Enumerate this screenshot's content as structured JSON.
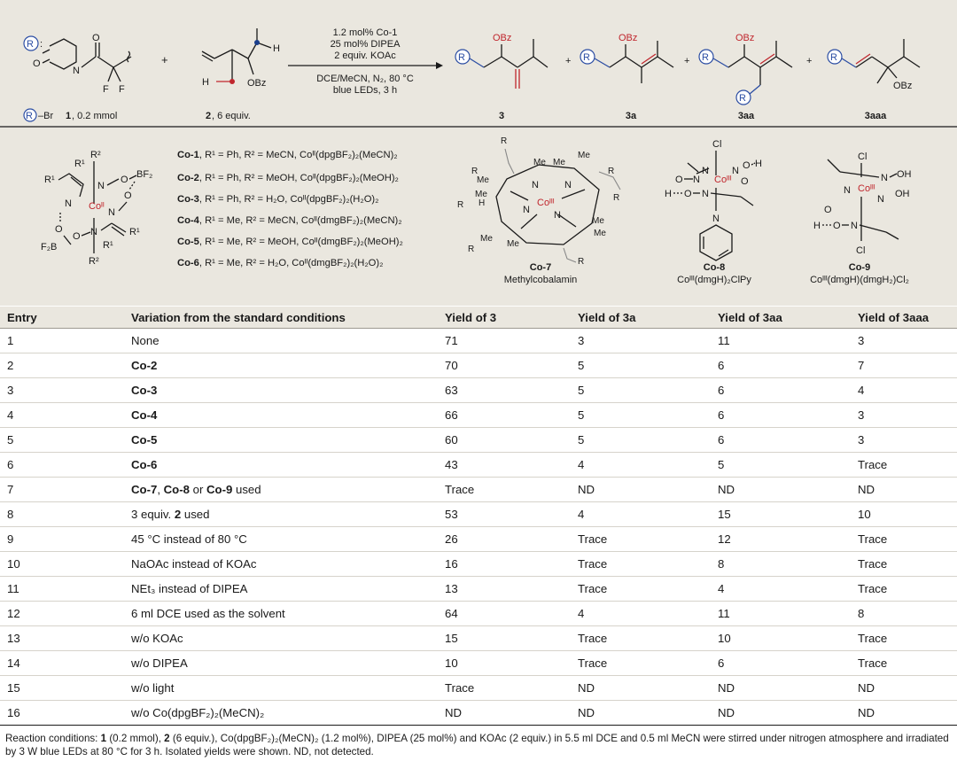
{
  "scheme": {
    "conditions": {
      "line1": "1.2 mol% Co-1",
      "line2": "25 mol% DIPEA",
      "line3": "2 equiv. KOAc",
      "line4": "DCE/MeCN, N₂, 80 °C",
      "line5": "blue LEDs, 3 h"
    },
    "reactant_1": {
      "label_prefix": "R",
      "label_text": "–Br",
      "label_number": "1",
      "label_amount": ", 0.2 mmol",
      "atoms": [
        "R",
        "O",
        "N",
        "O",
        "F",
        "F"
      ]
    },
    "reactant_2": {
      "label_number": "2",
      "label_amount": ", 6 equiv.",
      "atoms": [
        "H",
        "H",
        "OBz"
      ]
    },
    "products": [
      {
        "label": "3",
        "atoms": [
          "R",
          "OBz"
        ]
      },
      {
        "label": "3a",
        "atoms": [
          "R",
          "OBz"
        ]
      },
      {
        "label": "3aa",
        "atoms": [
          "R",
          "OBz",
          "R"
        ]
      },
      {
        "label": "3aaa",
        "atoms": [
          "R",
          "OBz"
        ]
      }
    ],
    "plus": "+",
    "catalysts": {
      "co1": {
        "name": "Co-1",
        "desc": ", R¹ = Ph, R² = MeCN, Coᴵᴵ(dpgBF₂)₂(MeCN)₂"
      },
      "co2": {
        "name": "Co-2",
        "desc": ", R¹ = Ph, R² = MeOH, Coᴵᴵ(dpgBF₂)₂(MeOH)₂"
      },
      "co3": {
        "name": "Co-3",
        "desc": ", R¹ = Ph, R² = H₂O, Coᴵᴵ(dpgBF₂)₂(H₂O)₂"
      },
      "co4": {
        "name": "Co-4",
        "desc": ", R¹ = Me, R² = MeCN, Coᴵᴵ(dmgBF₂)₂(MeCN)₂"
      },
      "co5": {
        "name": "Co-5",
        "desc": ", R¹ = Me, R² = MeOH, Coᴵᴵ(dmgBF₂)₂(MeOH)₂"
      },
      "co6": {
        "name": "Co-6",
        "desc": ", R¹ = Me, R² = H₂O, Coᴵᴵ(dmgBF₂)₂(H₂O)₂"
      },
      "co7": {
        "name": "Co-7",
        "desc": "Methylcobalamin"
      },
      "co8": {
        "name": "Co-8",
        "desc": "Coᴵᴵᴵ(dmgH)₂ClPy"
      },
      "co9": {
        "name": "Co-9",
        "desc": "Coᴵᴵᴵ(dmgH)(dmgH₂)Cl₂"
      }
    },
    "generic_atoms": {
      "R1": "R¹",
      "R2": "R²",
      "N": "N",
      "O": "O",
      "BF2": "BF₂",
      "F2B": "F₂B",
      "CoII": "Coᴵᴵ",
      "CoIII": "Coᴵᴵᴵ",
      "Me": "Me",
      "R": "R",
      "H": "H",
      "Cl": "Cl",
      "OH": "OH"
    }
  },
  "table": {
    "headers": [
      "Entry",
      "Variation from the standard conditions",
      "Yield of 3",
      "Yield of 3a",
      "Yield of 3aa",
      "Yield of 3aaa"
    ],
    "rows": [
      {
        "entry": "1",
        "variation": "None",
        "y3": "71",
        "y3a": "3",
        "y3aa": "11",
        "y3aaa": "3"
      },
      {
        "entry": "2",
        "variation": "Co-2",
        "y3": "70",
        "y3a": "5",
        "y3aa": "6",
        "y3aaa": "7"
      },
      {
        "entry": "3",
        "variation": "Co-3",
        "y3": "63",
        "y3a": "5",
        "y3aa": "6",
        "y3aaa": "4"
      },
      {
        "entry": "4",
        "variation": "Co-4",
        "y3": "66",
        "y3a": "5",
        "y3aa": "6",
        "y3aaa": "3"
      },
      {
        "entry": "5",
        "variation": "Co-5",
        "y3": "60",
        "y3a": "5",
        "y3aa": "6",
        "y3aaa": "3"
      },
      {
        "entry": "6",
        "variation": "Co-6",
        "y3": "43",
        "y3a": "4",
        "y3aa": "5",
        "y3aaa": "Trace"
      },
      {
        "entry": "7",
        "var_a": "Co-7",
        "var_b": ", ",
        "var_c": "Co-8",
        "var_d": " or ",
        "var_e": "Co-9",
        "var_f": " used",
        "y3": "Trace",
        "y3a": "ND",
        "y3aa": "ND",
        "y3aaa": "ND"
      },
      {
        "entry": "8",
        "var_a": "3 equiv. ",
        "var_b": "2",
        "var_c": " used",
        "y3": "53",
        "y3a": "4",
        "y3aa": "15",
        "y3aaa": "10"
      },
      {
        "entry": "9",
        "variation": "45 °C instead of 80 °C",
        "y3": "26",
        "y3a": "Trace",
        "y3aa": "12",
        "y3aaa": "Trace"
      },
      {
        "entry": "10",
        "variation": "NaOAc instead of KOAc",
        "y3": "16",
        "y3a": "Trace",
        "y3aa": "8",
        "y3aaa": "Trace"
      },
      {
        "entry": "11",
        "variation": "NEt₃ instead of DIPEA",
        "y3": "13",
        "y3a": "Trace",
        "y3aa": "4",
        "y3aaa": "Trace"
      },
      {
        "entry": "12",
        "variation": "6 ml DCE used as the solvent",
        "y3": "64",
        "y3a": "4",
        "y3aa": "11",
        "y3aaa": "8"
      },
      {
        "entry": "13",
        "variation": "w/o KOAc",
        "y3": "15",
        "y3a": "Trace",
        "y3aa": "10",
        "y3aaa": "Trace"
      },
      {
        "entry": "14",
        "variation": "w/o DIPEA",
        "y3": "10",
        "y3a": "Trace",
        "y3aa": "6",
        "y3aaa": "Trace"
      },
      {
        "entry": "15",
        "variation": "w/o light",
        "y3": "Trace",
        "y3a": "ND",
        "y3aa": "ND",
        "y3aaa": "ND"
      },
      {
        "entry": "16",
        "variation": "w/o Co(dpgBF₂)₂(MeCN)₂",
        "y3": "ND",
        "y3a": "ND",
        "y3aa": "ND",
        "y3aaa": "ND"
      }
    ]
  },
  "footnote": {
    "p1": "Reaction conditions: ",
    "b1": "1",
    "p2": " (0.2 mmol), ",
    "b2": "2",
    "p3": " (6 equiv.), Co(dpgBF₂)₂(MeCN)₂ (1.2 mol%), DIPEA (25 mol%) and KOAc (2 equiv.) in 5.5 ml DCE and 0.5 ml MeCN were stirred under nitrogen atmosphere and irradiated by 3 W blue LEDs at 80 °C for 3 h. Isolated yields were shown. ND, not detected."
  }
}
